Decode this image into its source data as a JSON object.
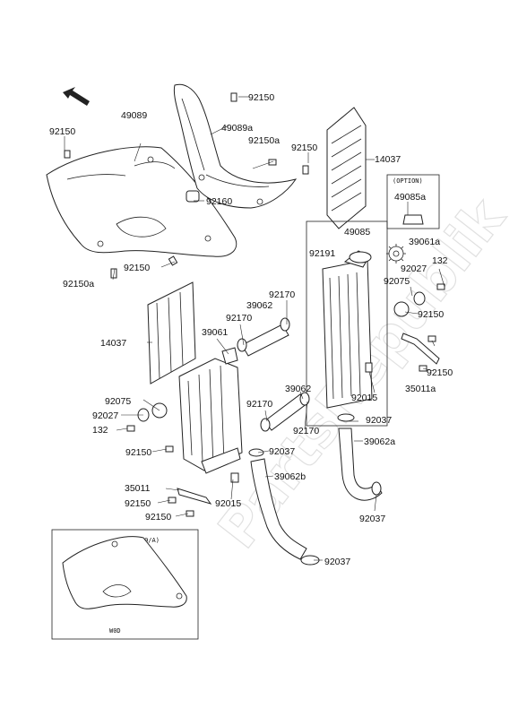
{
  "labels": {
    "l92150_a": "92150",
    "l49089": "49089",
    "l49089a": "49089a",
    "l92150a_a": "92150a",
    "l92150_b": "92150",
    "l92150_c": "92150",
    "l14037_top": "14037",
    "l92160": "92160",
    "l92150_d": "92150",
    "l92150a_b": "92150a",
    "l49085": "49085",
    "l92191": "92191",
    "l39061a": "39061a",
    "l92027_r": "92027",
    "l132_r": "132",
    "l92075_r": "92075",
    "l92150_e": "92150",
    "l92170_a": "92170",
    "l39062_a": "39062",
    "l92170_b": "92170",
    "l39061": "39061",
    "l14037_left": "14037",
    "l92150_f": "92150",
    "l35011a": "35011a",
    "l92015_r": "92015",
    "l39062_b": "39062",
    "l92075_l": "92075",
    "l92027_l": "92027",
    "l132_l": "132",
    "l92170_c": "92170",
    "l92170_d": "92170",
    "l92037_a": "92037",
    "l92150_g": "92150",
    "l92037_b": "92037",
    "l39062a": "39062a",
    "l39062b": "39062b",
    "l35011": "35011",
    "l92150_h": "92150",
    "l92015_l": "92015",
    "l92150_i": "92150",
    "l92037_c": "92037",
    "l92037_d": "92037",
    "l49085a": "49085a"
  },
  "option_box": {
    "title": "(OPTION)"
  },
  "inset_box": {
    "title": "(49089/A)",
    "caption": "W0D"
  },
  "watermark": "PartsRepublik",
  "icons": {
    "direction": "arrow-front-icon",
    "logo": "gear-logo-icon"
  }
}
